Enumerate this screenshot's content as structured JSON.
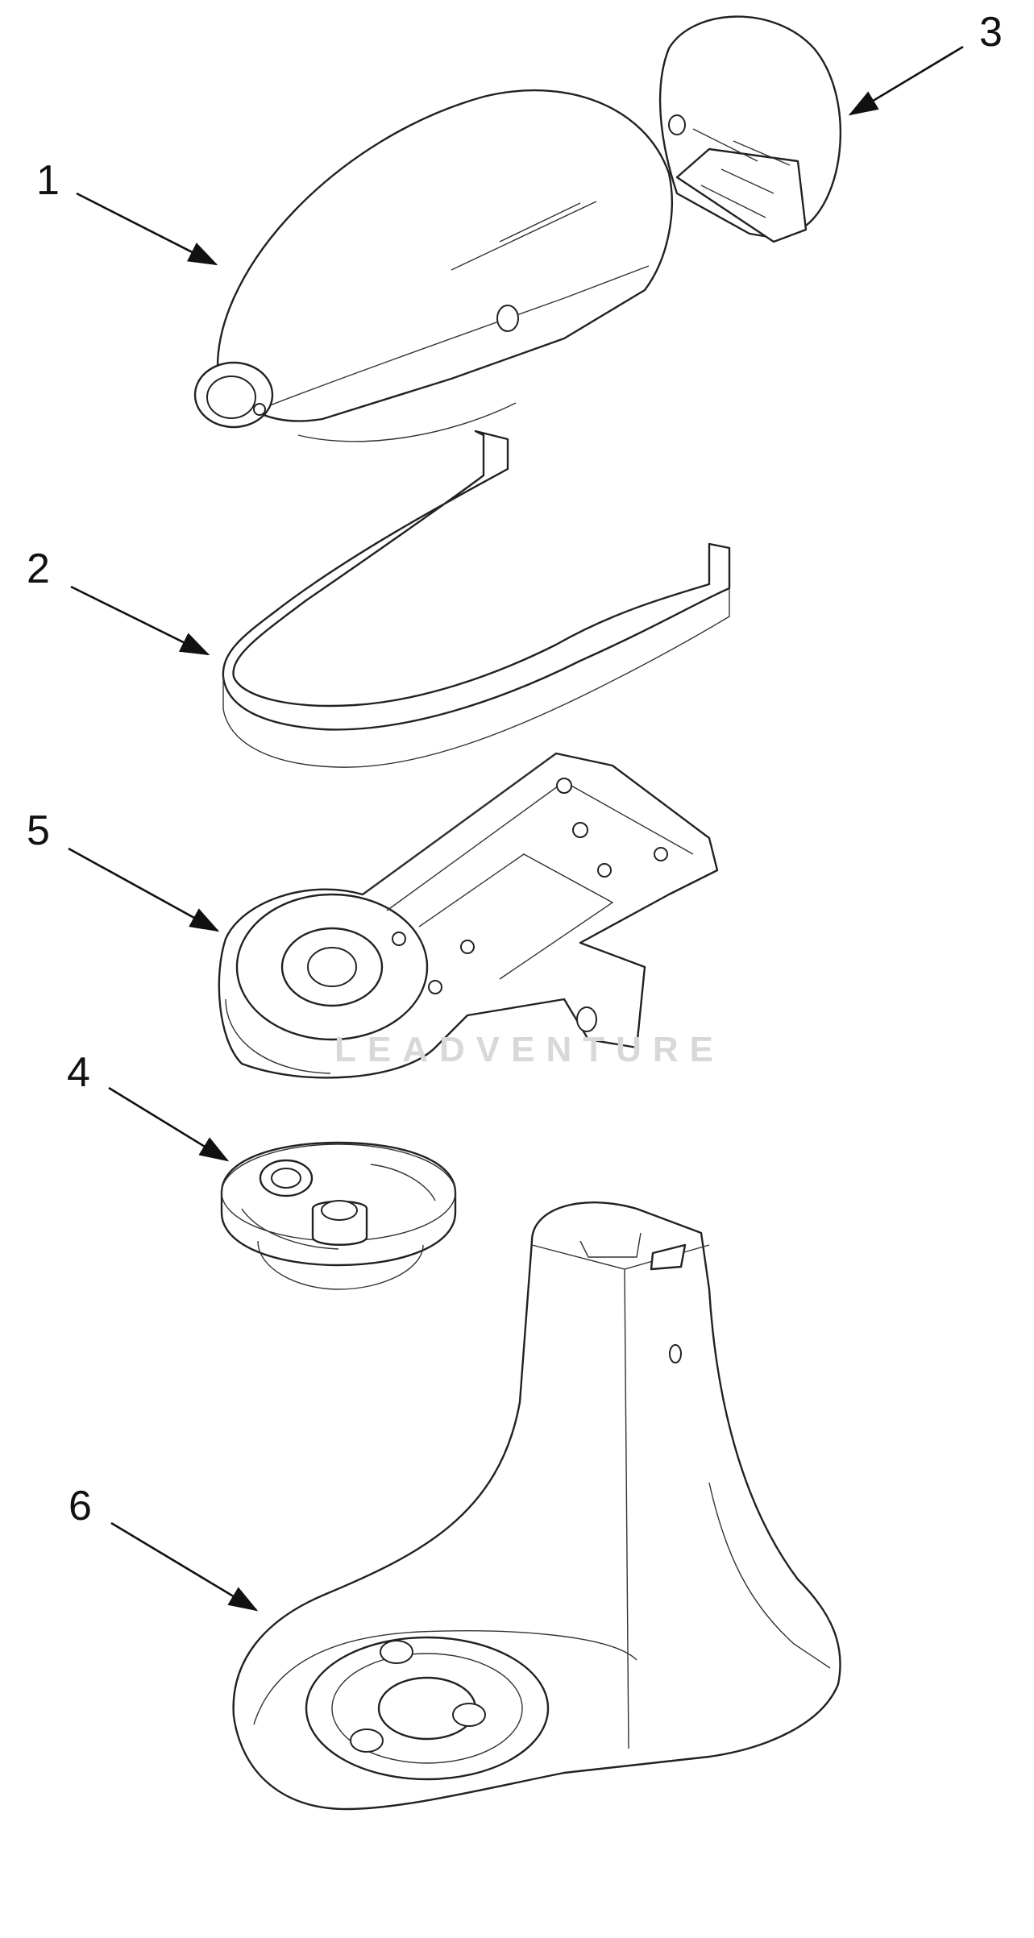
{
  "diagram": {
    "callouts": [
      {
        "id": "1",
        "label": "1"
      },
      {
        "id": "2",
        "label": "2"
      },
      {
        "id": "3",
        "label": "3"
      },
      {
        "id": "4",
        "label": "4"
      },
      {
        "id": "5",
        "label": "5"
      },
      {
        "id": "6",
        "label": "6"
      }
    ],
    "watermark": "LEADVENTURE",
    "colors": {
      "line": "#222222",
      "background": "#ffffff",
      "watermark": "#d8d8d8"
    }
  }
}
